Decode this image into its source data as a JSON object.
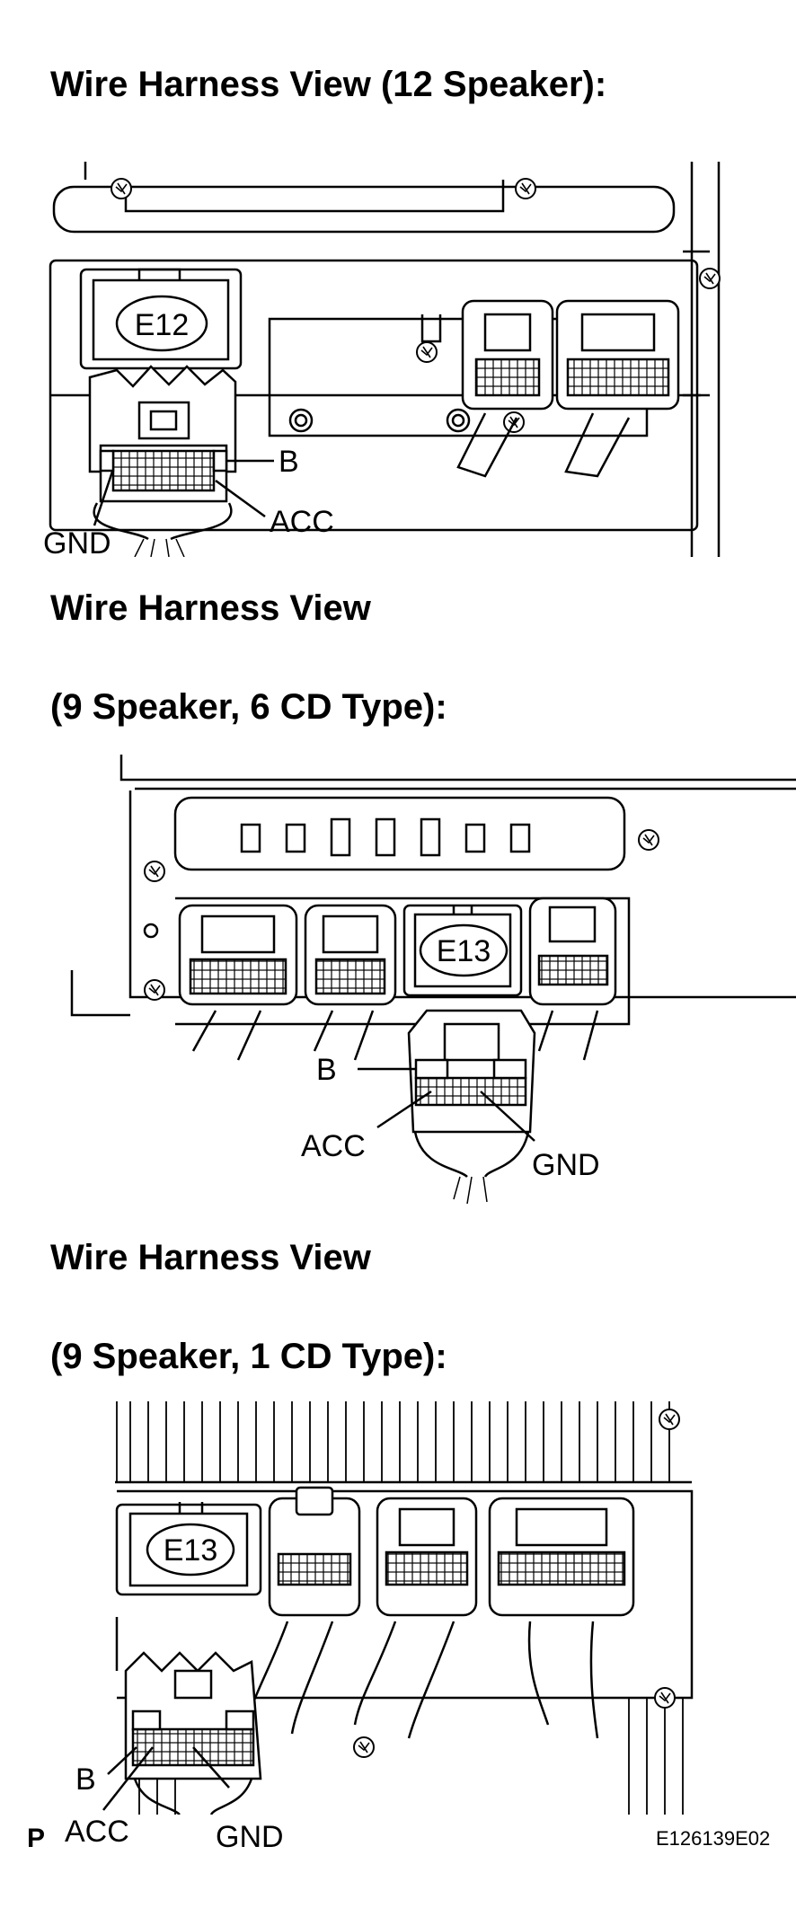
{
  "views": [
    {
      "title": "Wire Harness View (12 Speaker):",
      "connector": "E12",
      "labels": {
        "b": "B",
        "gnd": "GND",
        "acc": "ACC"
      }
    },
    {
      "title_line1": "Wire Harness View",
      "title_line2": "(9 Speaker, 6 CD Type):",
      "connector": "E13",
      "labels": {
        "b": "B",
        "acc": "ACC",
        "gnd": "GND"
      }
    },
    {
      "title_line1": "Wire Harness View",
      "title_line2": "(9 Speaker, 1 CD Type):",
      "connector": "E13",
      "labels": {
        "b": "B",
        "acc": "ACC",
        "gnd": "GND"
      }
    }
  ],
  "footer": {
    "page_mark": "P",
    "figure_id": "E126139E02"
  },
  "icons": {
    "screw": "screw-icon"
  }
}
